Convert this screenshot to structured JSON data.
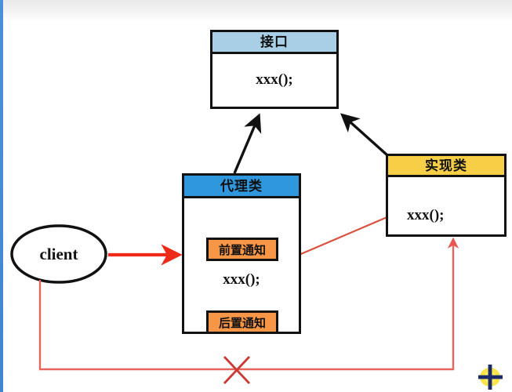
{
  "diagram": {
    "title": "Proxy Pattern UML Diagram",
    "background_color": "#ffffff",
    "nodes": {
      "interface": {
        "header": "接口",
        "header_color": "#a9cfe6",
        "members": [
          "xxx();"
        ],
        "member": "xxx();"
      },
      "proxy": {
        "header": "代理类",
        "header_color": "#2e97de",
        "member": "xxx();",
        "advice_before": "前置通知",
        "advice_after": "后置通知",
        "advice_color": "#f79646"
      },
      "impl": {
        "header": "实现类",
        "header_color": "#f6cf46",
        "member": "xxx();"
      },
      "client": {
        "label": "client",
        "shape": "ellipse"
      }
    },
    "edges": [
      {
        "name": "proxy-implements-interface",
        "from": "proxy",
        "to": "interface",
        "style": "solid-arrow",
        "color": "#111111"
      },
      {
        "name": "impl-implements-interface",
        "from": "impl",
        "to": "interface",
        "style": "solid-arrow",
        "color": "#111111"
      },
      {
        "name": "client-calls-proxy",
        "from": "client",
        "to": "proxy",
        "style": "solid-arrow",
        "color": "#ee2b18"
      },
      {
        "name": "proxy-delegates-to-impl",
        "from": "proxy",
        "to": "impl",
        "style": "solid-arrow",
        "color": "#ee2b18"
      },
      {
        "name": "client-direct-to-impl-crossed-out",
        "from": "client",
        "to": "impl",
        "style": "solid-arrow-crossed",
        "color": "#e8635c"
      }
    ],
    "annotations": {
      "cross_out_mark": "X",
      "cross_out_color": "#cc3b33"
    },
    "cursor": {
      "name": "crosshair-cursor",
      "glow_color": "#f5e03c",
      "stroke_color": "#1b2a6b"
    },
    "chrome": {
      "left_border_color": "#4a90d9",
      "top_strip_color": "#eeeeee"
    }
  }
}
